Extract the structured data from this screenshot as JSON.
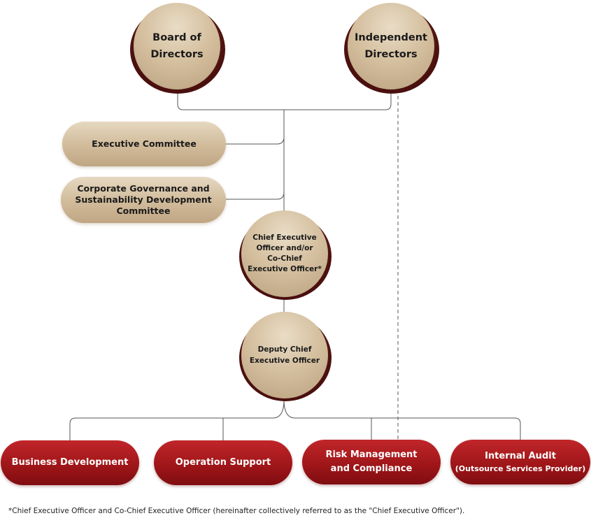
{
  "governance": {
    "board_of_directors": [
      "Board of",
      "Directors"
    ],
    "independent_directors": [
      "Independent",
      "Directors"
    ]
  },
  "committees": {
    "executive_committee": "Executive Committee",
    "cg_sd_committee": [
      "Corporate Governance and",
      "Sustainability Development",
      "Committee"
    ]
  },
  "executives": {
    "ceo": [
      "Chief Executive",
      "Officer and/or",
      "Co-Chief",
      "Executive Officer*"
    ],
    "deputy_ceo": [
      "Deputy Chief",
      "Executive Officer"
    ]
  },
  "departments": {
    "business_development": "Business Development",
    "operation_support": "Operation Support",
    "risk_management": [
      "Risk Management",
      "and Compliance"
    ],
    "internal_audit": "Internal Audit",
    "internal_audit_sub": "(Outsource Services Provider)"
  },
  "footnote": "*Chief Executive Officer and Co-Chief Executive Officer (hereinafter collectively referred to as the \"Chief Executive Officer\").",
  "colors": {
    "beige": "#d2bd9d",
    "maroon": "#5a1512",
    "red": "#a01619",
    "line": "#555555"
  }
}
